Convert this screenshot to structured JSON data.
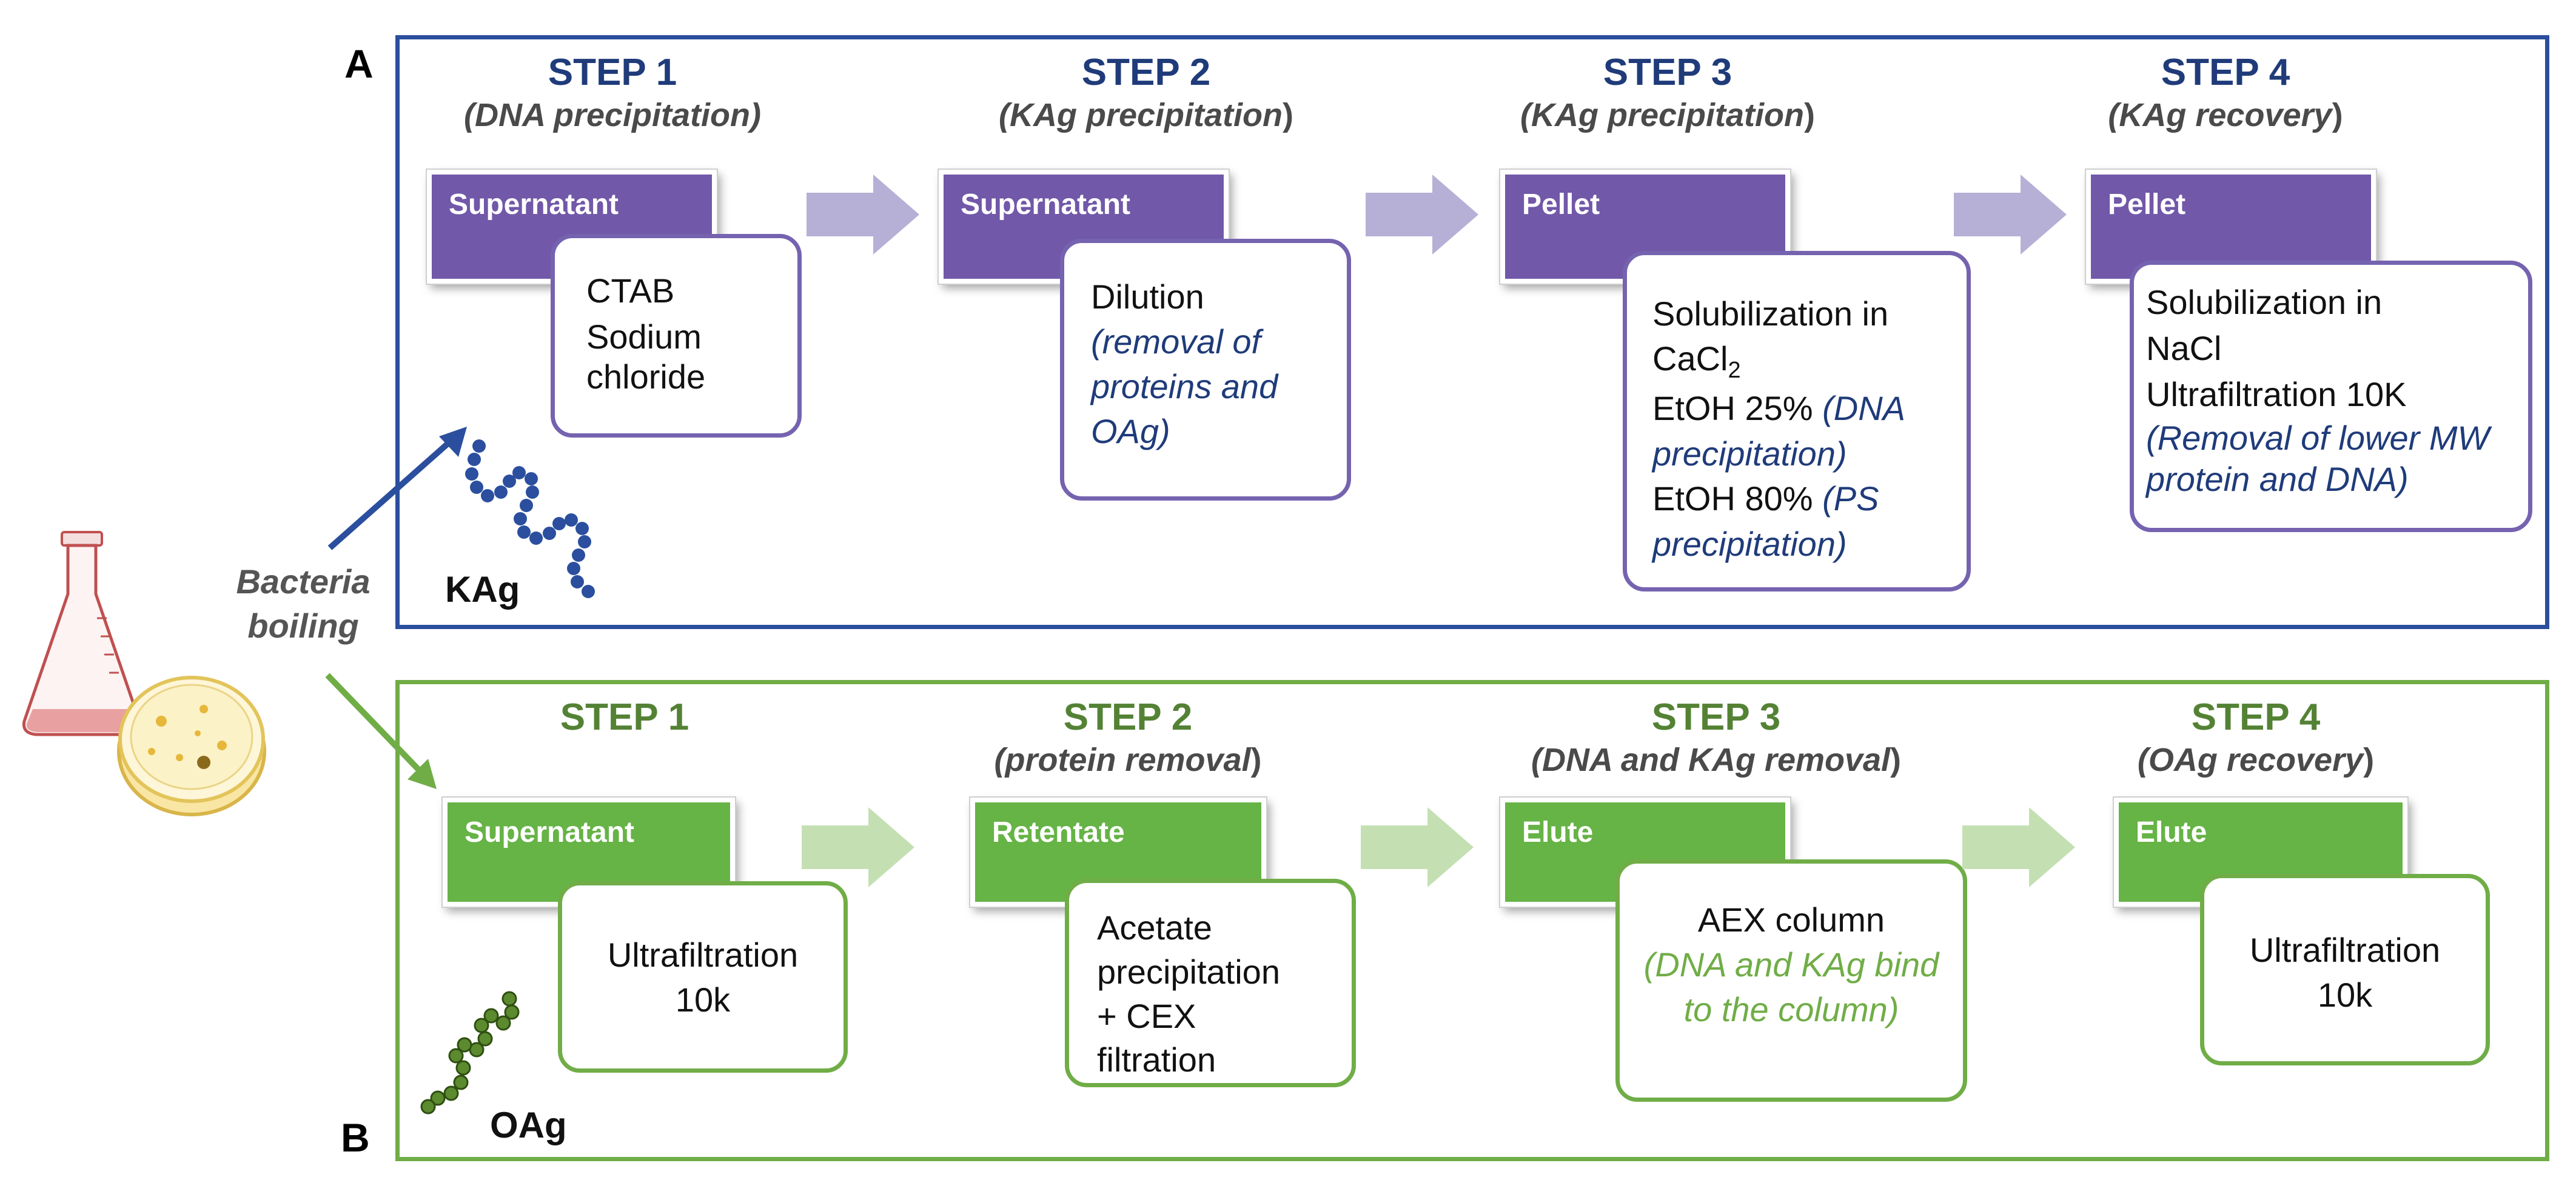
{
  "panel_a": {
    "letter": "A",
    "molecule_label": "KAg",
    "steps": [
      {
        "title": "STEP 1",
        "subtitle": "DNA precipitation",
        "subtitle_tail": ")",
        "subtitle_italic_close": true,
        "condition": "Supernatant",
        "process": [
          "CTAB",
          "Sodium chloride"
        ]
      },
      {
        "title": "STEP 2",
        "subtitle": "KAg precipitation",
        "subtitle_tail": ")",
        "condition": "Supernatant",
        "process": [
          "Dilution"
        ],
        "note": "(removal of proteins and OAg)"
      },
      {
        "title": "STEP 3",
        "subtitle": "KAg precipitation",
        "subtitle_tail": ")",
        "condition": "Pellet",
        "process_line1": "Solubilization in",
        "process_line2_base": "CaCl",
        "process_line2_sub": "2",
        "process_line3": "EtOH 25%",
        "note1": "(DNA precipitation)",
        "process_line4": "EtOH 80%",
        "note2": "(PS precipitation)"
      },
      {
        "title": "STEP 4",
        "subtitle": "KAg recovery",
        "subtitle_tail": ")",
        "condition": "Pellet",
        "process": [
          "Solubilization in",
          "NaCl",
          "Ultrafiltration 10K"
        ],
        "note": "(Removal of lower MW protein and DNA)"
      }
    ]
  },
  "panel_b": {
    "letter": "B",
    "molecule_label": "OAg",
    "steps": [
      {
        "title": "STEP 1",
        "condition": "Supernatant",
        "process": [
          "Ultrafiltration",
          "10k"
        ]
      },
      {
        "title": "STEP 2",
        "subtitle": "protein removal",
        "subtitle_tail": ")",
        "condition": "Retentate",
        "process": [
          "Acetate",
          "precipitation",
          "+ CEX",
          "filtration"
        ]
      },
      {
        "title": "STEP 3",
        "subtitle": "DNA and KAg removal",
        "subtitle_tail": ")",
        "condition": "Elute",
        "process": [
          "AEX column"
        ],
        "note": "(DNA and KAg bind to the column)"
      },
      {
        "title": "STEP 4",
        "subtitle": "OAg recovery",
        "subtitle_tail": ")",
        "condition": "Elute",
        "process": [
          "Ultrafiltration",
          "10k"
        ]
      }
    ]
  },
  "bacteria_label": [
    "Bacteria",
    "boiling"
  ],
  "colors": {
    "panel_a_border": "#2b4f9e",
    "panel_b_border": "#70ad47",
    "condition_a": "#7158a8",
    "condition_b": "#66b346",
    "arrow_a": "#b6b0d6",
    "arrow_b": "#c4e0b3",
    "note_a": "#1f3b7a",
    "note_b": "#70ad47"
  },
  "icons": [
    "flask-icon",
    "petri-dish-icon",
    "kag-chain-icon",
    "oag-chain-icon",
    "arrow-right-icon"
  ]
}
